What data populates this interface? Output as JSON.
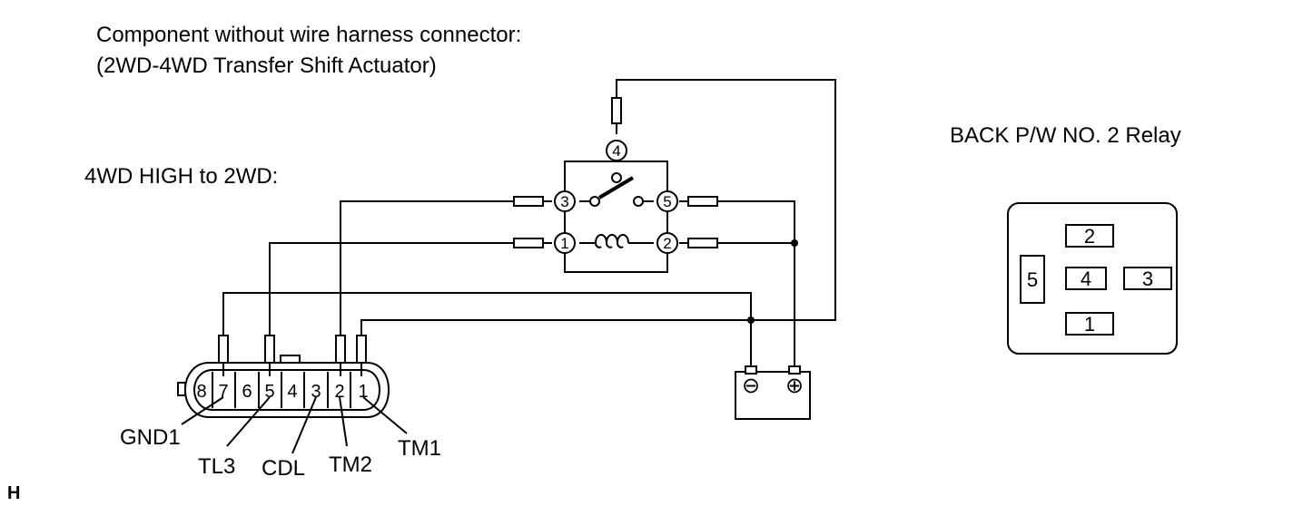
{
  "title": {
    "line1": "Component without wire harness connector:",
    "line2": "(2WD-4WD Transfer Shift Actuator)"
  },
  "condition_label": "4WD HIGH to 2WD:",
  "relay": {
    "title": "BACK P/W NO. 2 Relay",
    "schematic_terminals": [
      "4",
      "3",
      "5",
      "1",
      "2"
    ],
    "connector_terminals": [
      "2",
      "5",
      "4",
      "3",
      "1"
    ]
  },
  "connector": {
    "pins": [
      "8",
      "7",
      "6",
      "5",
      "4",
      "3",
      "2",
      "1"
    ],
    "labels": {
      "gnd1": "GND1",
      "tl3": "TL3",
      "cdl": "CDL",
      "tm2": "TM2",
      "tm1": "TM1"
    }
  },
  "battery": {
    "negative": "⊖",
    "positive": "⊕"
  },
  "footer_code": "H"
}
